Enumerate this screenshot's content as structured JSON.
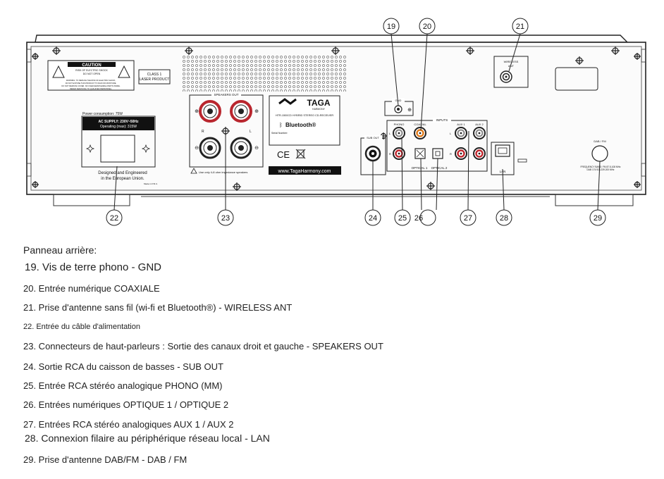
{
  "panel": {
    "caution": {
      "title": "CAUTION",
      "line1": "RISK OF ELECTRIC SHOCK",
      "line2": "DO NOT OPEN",
      "warning1": "WARNING: TO REDUCE THE RISK OF ELECTRIC SHOCK,",
      "warning2": "DO NOT EXPOSE THIS PRODUCT TO RAIN OR MOISTURE.",
      "warning3": "DO NOT REMOVE COVER. NO USER-SERVICEABLE PARTS INSIDE.",
      "warning4": "REFER SERVICING TO QUALIFIED PERSONNEL."
    },
    "laser_line1": "CLASS 1",
    "laser_line2": "LASER PRODUCT",
    "power": {
      "consumption": "Power consumption: 75W",
      "supply": "AC SUPPLY: 230V~50Hz",
      "operating": "Operating (max): 315W",
      "designed1": "Designed and Engineered",
      "designed2": "in the European Union.",
      "made": "Made in P.R.C."
    },
    "speakers_out": "SPEAKERS OUT",
    "speaker_r": "R",
    "speaker_l": "L",
    "speakers_warning": "Use only 4-8 ohm impedance speakers",
    "brand": "TAGA",
    "brand_sub": "HARMONY",
    "model": "HTR-1500CD HYBRID STEREO CD-RECEIVER",
    "bluetooth": "Bluetooth®",
    "serial": "Serial Number:",
    "ce": "CE",
    "website": "www.TagaHarmony.com",
    "gnd": "GND",
    "inputs": "INPUTS",
    "phono": "PHONO",
    "coaxial": "COAXIAL",
    "aux1": "AUX 1",
    "aux2": "AUX 2",
    "jack_l": "L",
    "jack_r": "R",
    "sub_out": "SUB OUT",
    "optical1": "OPTICAL 1",
    "optical2": "OPTICAL 2",
    "lan": "LAN",
    "wireless": "WIRELESS",
    "ant": "ANT",
    "dab_fm": "DAB / FM",
    "freq1": "FREQUENCY BAND: FM 87.5-108 MHz",
    "freq2": "DAB 174.928-239.200 MHz",
    "callouts": [
      "19",
      "20",
      "21",
      "22",
      "23",
      "24",
      "25",
      "26",
      "27",
      "28",
      "29"
    ]
  },
  "legend": {
    "heading": "Panneau arrière:",
    "items": [
      "19. Vis de terre phono - GND",
      "20. Entrée numérique COAXIALE",
      "21. Prise d'antenne sans fil (wi-fi et Bluetooth®) - WIRELESS ANT",
      "22. Entrée du câble d'alimentation",
      "23. Connecteurs de haut-parleurs : Sortie des canaux droit et gauche - SPEAKERS OUT",
      "24. Sortie RCA du caisson de basses - SUB OUT",
      "25. Entrée RCA stéréo analogique PHONO (MM)",
      "26. Entrées numériques OPTIQUE 1 / OPTIQUE 2",
      "27. Entrées RCA stéréo analogiques AUX 1 / AUX 2",
      "28. Connexion filaire au périphérique réseau local - LAN",
      "29. Prise d'antenne DAB/FM - DAB / FM"
    ]
  }
}
